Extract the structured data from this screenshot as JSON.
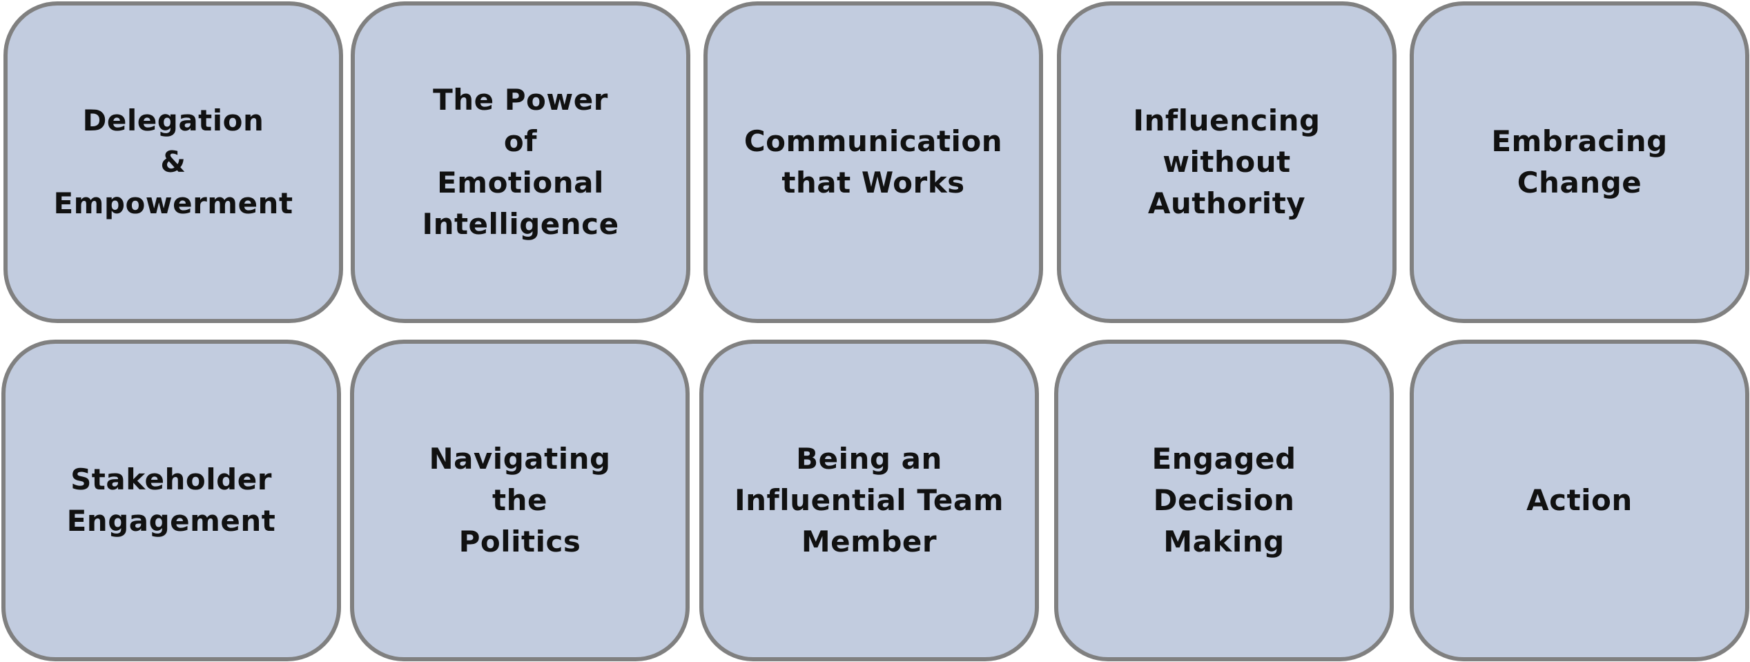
{
  "tiles": [
    {
      "label": "Delegation\n&\nEmpowerment"
    },
    {
      "label": "The Power\nof\nEmotional\nIntelligence"
    },
    {
      "label": "Communication\nthat Works"
    },
    {
      "label": "Influencing\nwithout\nAuthority"
    },
    {
      "label": "Embracing\nChange"
    },
    {
      "label": "Stakeholder\nEngagement"
    },
    {
      "label": "Navigating\nthe\nPolitics"
    },
    {
      "label": "Being an\nInfluential Team\nMember"
    },
    {
      "label": "Engaged\nDecision\nMaking"
    },
    {
      "label": "Action"
    }
  ],
  "colors": {
    "tile_fill": "#c2ccdf",
    "tile_border": "#808080",
    "text": "#111111"
  }
}
